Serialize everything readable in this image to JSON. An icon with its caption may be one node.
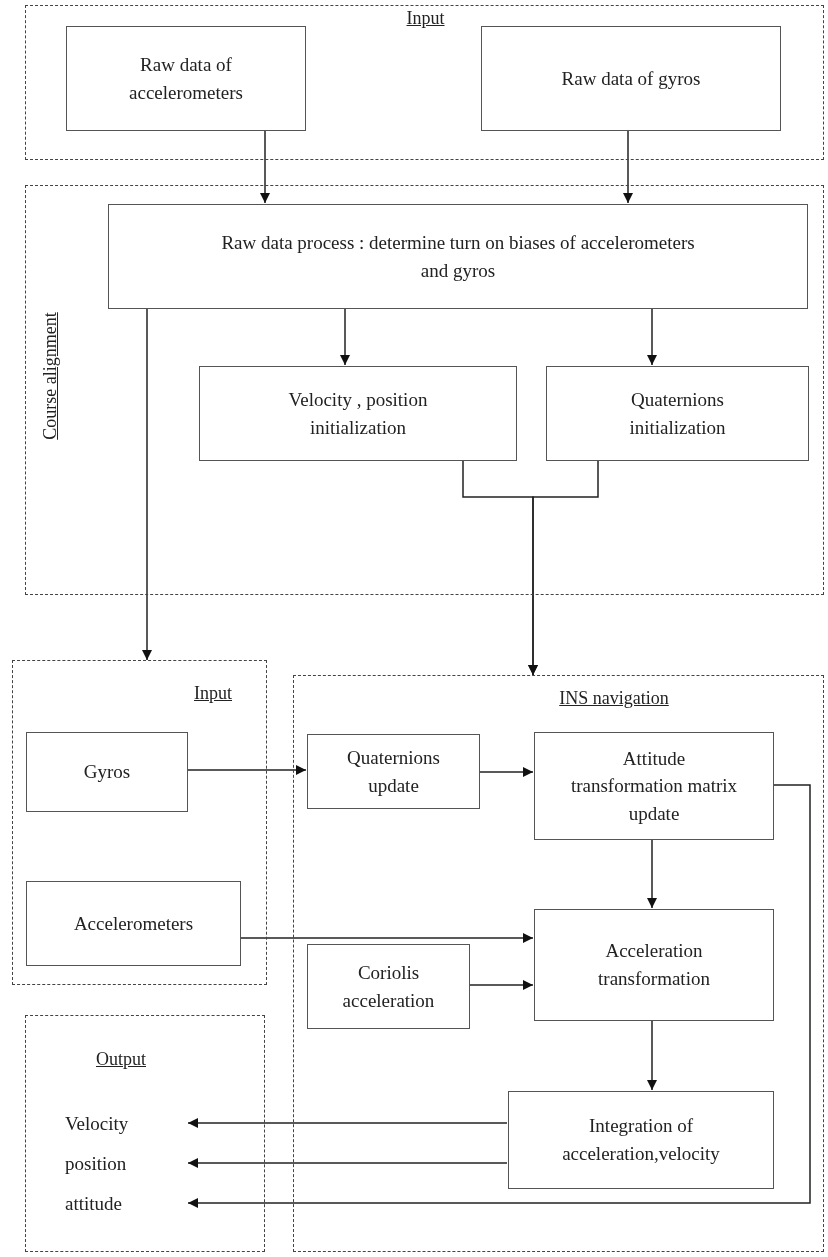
{
  "diagram": {
    "nodes": [
      {
        "text": [
          "Input"
        ]
      },
      {
        "text": [
          "Raw data of accelerometers"
        ],
        "in": 0
      },
      {
        "text": [
          "Raw data of gyros"
        ],
        "in": 0
      },
      {
        "text": [
          "Course alignment"
        ]
      },
      {
        "text": [
          "Raw data process : determine turn on biases of accelerometers and gyros"
        ],
        "in": 3
      },
      {
        "text": [
          "Velocity , position initialization"
        ],
        "in": 3
      },
      {
        "text": [
          "Quaternions initialization"
        ],
        "in": 3
      },
      {
        "text": [
          "Input"
        ]
      },
      {
        "text": [
          "Gyros"
        ],
        "in": 7
      },
      {
        "text": [
          "Accelerometers"
        ],
        "in": 7
      },
      {
        "text": [
          "INS navigation"
        ]
      },
      {
        "text": [
          "Quaternions update"
        ],
        "in": 10
      },
      {
        "text": [
          "Attitude transformation matrix update"
        ],
        "in": 10
      },
      {
        "text": [
          "Coriolis acceleration"
        ],
        "in": 10
      },
      {
        "text": [
          "Acceleration transformation"
        ],
        "in": 10
      },
      {
        "text": [
          "Integration of acceleration,velocity"
        ],
        "in": 10
      },
      {
        "text": [
          "Output"
        ]
      },
      {
        "text": [
          "Velocity"
        ],
        "in": 16
      },
      {
        "text": [
          "position"
        ],
        "in": 16
      },
      {
        "text": [
          "attitude"
        ],
        "in": 16
      }
    ],
    "edges": [
      {
        "from": 1,
        "to": 4,
        "arrow": "to"
      },
      {
        "from": 2,
        "to": 4,
        "arrow": "to"
      },
      {
        "from": 4,
        "to": 5,
        "arrow": "to"
      },
      {
        "from": 4,
        "to": 6,
        "arrow": "to"
      },
      {
        "from": 5,
        "to": 10,
        "arrow": "to"
      },
      {
        "from": 6,
        "to": 10,
        "arrow": "to"
      },
      {
        "from": 4,
        "to": 7,
        "arrow": "to"
      },
      {
        "from": 8,
        "to": 11,
        "arrow": "to"
      },
      {
        "from": 11,
        "to": 12,
        "arrow": "to"
      },
      {
        "from": 12,
        "to": 14,
        "arrow": "to"
      },
      {
        "from": 9,
        "to": 14,
        "arrow": "to"
      },
      {
        "from": 13,
        "to": 14,
        "arrow": "to"
      },
      {
        "from": 14,
        "to": 15,
        "arrow": "to"
      },
      {
        "from": 15,
        "to": 17,
        "arrow": "to"
      },
      {
        "from": 15,
        "to": 18,
        "arrow": "to"
      },
      {
        "from": 12,
        "to": 19,
        "arrow": "to"
      }
    ]
  }
}
